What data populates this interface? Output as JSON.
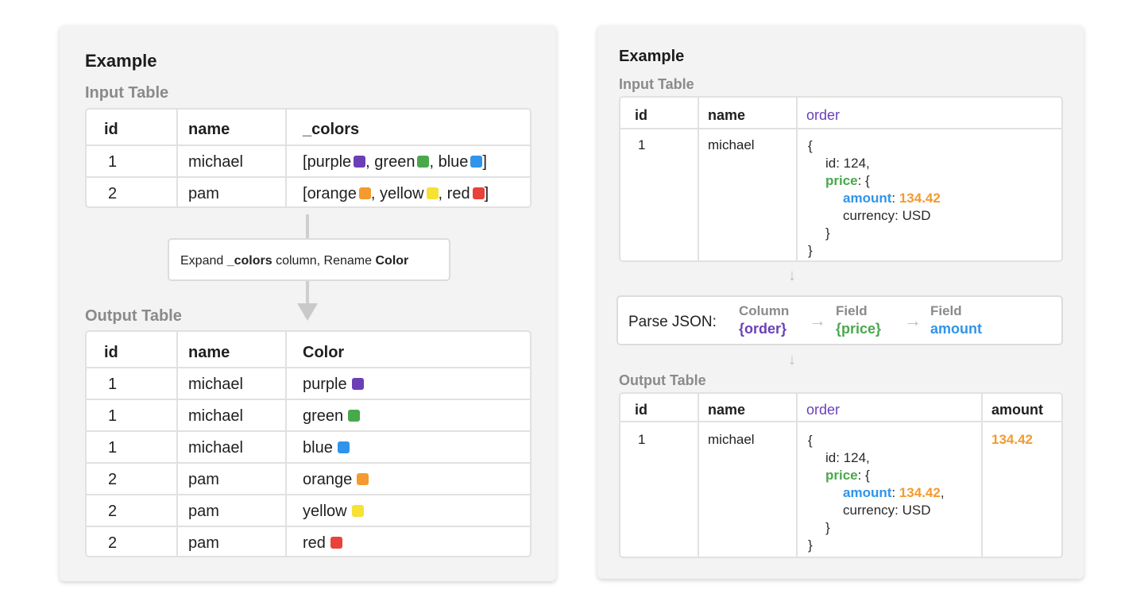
{
  "left": {
    "title": "Example",
    "input_label": "Input Table",
    "input_table": {
      "headers": [
        "id",
        "name",
        "_colors"
      ],
      "rows": [
        {
          "id": "1",
          "name": "michael",
          "items": [
            {
              "text": "purple",
              "swatch": "purple",
              "sep": ", "
            },
            {
              "text": "green",
              "swatch": "green",
              "sep": ", "
            },
            {
              "text": "blue",
              "swatch": "blue",
              "sep": ""
            }
          ]
        },
        {
          "id": "2",
          "name": "pam",
          "items": [
            {
              "text": "orange",
              "swatch": "orange",
              "sep": ", "
            },
            {
              "text": "yellow",
              "swatch": "yellow",
              "sep": ", "
            },
            {
              "text": "red",
              "swatch": "red",
              "sep": ""
            }
          ]
        }
      ]
    },
    "step": {
      "part1": "Expand ",
      "bold1": "_colors",
      "part2": " column, Rename ",
      "bold2": "Color"
    },
    "output_label": "Output Table",
    "output_table": {
      "headers": [
        "id",
        "name",
        "Color"
      ],
      "rows": [
        {
          "id": "1",
          "name": "michael",
          "color": "purple",
          "swatch": "purple"
        },
        {
          "id": "1",
          "name": "michael",
          "color": "green",
          "swatch": "green"
        },
        {
          "id": "1",
          "name": "michael",
          "color": "blue",
          "swatch": "blue"
        },
        {
          "id": "2",
          "name": "pam",
          "color": "orange",
          "swatch": "orange"
        },
        {
          "id": "2",
          "name": "pam",
          "color": "yellow",
          "swatch": "yellow"
        },
        {
          "id": "2",
          "name": "pam",
          "color": "red",
          "swatch": "red"
        }
      ]
    }
  },
  "right": {
    "title": "Example",
    "input_label": "Input Table",
    "input_table": {
      "headers": [
        "id",
        "name",
        "order"
      ],
      "row": {
        "id": "1",
        "name": "michael"
      },
      "json": {
        "open": "{",
        "id_line": "id: 124,",
        "price_key": "price",
        "price_rest": ": {",
        "amount_key": "amount",
        "amount_colon": ": ",
        "amount_value": "134.42",
        "currency_line": "currency: USD",
        "close_inner": "}",
        "close": "}"
      }
    },
    "parse": {
      "label": "Parse JSON:",
      "steps": [
        {
          "kind": "Column",
          "value": "{order}",
          "color": "purple"
        },
        {
          "kind": "Field",
          "value": "{price}",
          "color": "green"
        },
        {
          "kind": "Field",
          "value": "amount",
          "color": "blue"
        }
      ],
      "arrow": "→",
      "down_arrow": "↓"
    },
    "output_label": "Output Table",
    "output_table": {
      "headers": [
        "id",
        "name",
        "order",
        "amount"
      ],
      "row": {
        "id": "1",
        "name": "michael",
        "amount": "134.42"
      },
      "json": {
        "open": "{",
        "id_line": "id: 124,",
        "price_key": "price",
        "price_rest": ": {",
        "amount_key": "amount",
        "amount_colon": ": ",
        "amount_value": "134.42",
        "amount_trail": ",",
        "currency_line": "currency: USD",
        "close_inner": "}",
        "close": "}"
      }
    }
  },
  "colors": {
    "purple": "#6b3fb6",
    "green": "#49a84c",
    "blue": "#2f94ea",
    "orange": "#f49a2f",
    "yellow": "#f5e233",
    "red": "#e8423a",
    "card_bg": "#f3f3f3",
    "border": "#e1e1e1",
    "subheading": "#8a8a8a"
  }
}
